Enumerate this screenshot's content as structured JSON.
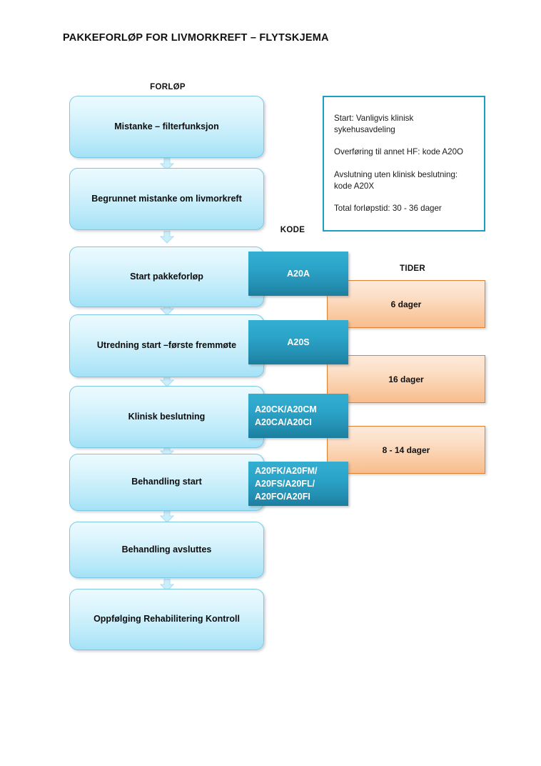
{
  "page": {
    "title": "PAKKEFORLØP FOR LIVMORKREFT – FLYTSKJEMA"
  },
  "headers": {
    "forlop": "FORLØP",
    "kode": "KODE",
    "tider": "TIDER"
  },
  "colors": {
    "flow_box_fill_top": "#ebfaff",
    "flow_box_fill_bottom": "#a3e1f6",
    "flow_box_border": "#7ec8e3",
    "code_box_fill_top": "#34aed0",
    "code_box_fill_bottom": "#1c7e9d",
    "code_box_text": "#ffffff",
    "time_box_fill_top": "#fdeada",
    "time_box_fill_bottom": "#f7bd8e",
    "time_box_border": "#e08030",
    "info_box_border": "#1f9ec4",
    "text": "#111111"
  },
  "flow_steps": [
    {
      "label": "Mistanke – filterfunksjon"
    },
    {
      "label": "Begrunnet mistanke om livmorkreft"
    },
    {
      "label": "Start pakkeforløp"
    },
    {
      "label": "Utredning start –første fremmøte"
    },
    {
      "label": "Klinisk beslutning"
    },
    {
      "label": "Behandling start"
    },
    {
      "label": "Behandling avsluttes"
    },
    {
      "label": "Oppfølging\nRehabilitering\nKontroll"
    }
  ],
  "codes": [
    {
      "label": "A20A"
    },
    {
      "label": "A20S"
    },
    {
      "label": "A20CK/A20CM\nA20CA/A20CI"
    },
    {
      "label": "A20FK/A20FM/\nA20FS/A20FL/\nA20FO/A20FI"
    }
  ],
  "times": [
    {
      "label": "6 dager"
    },
    {
      "label": "16 dager"
    },
    {
      "label": "8 - 14 dager"
    }
  ],
  "info_box": {
    "lines": [
      "Start: Vanligvis klinisk sykehusavdeling",
      "Overføring til annet HF: kode A20O",
      "Avslutning uten klinisk beslutning:\nkode A20X",
      "Total forløpstid: 30 - 36 dager"
    ]
  }
}
